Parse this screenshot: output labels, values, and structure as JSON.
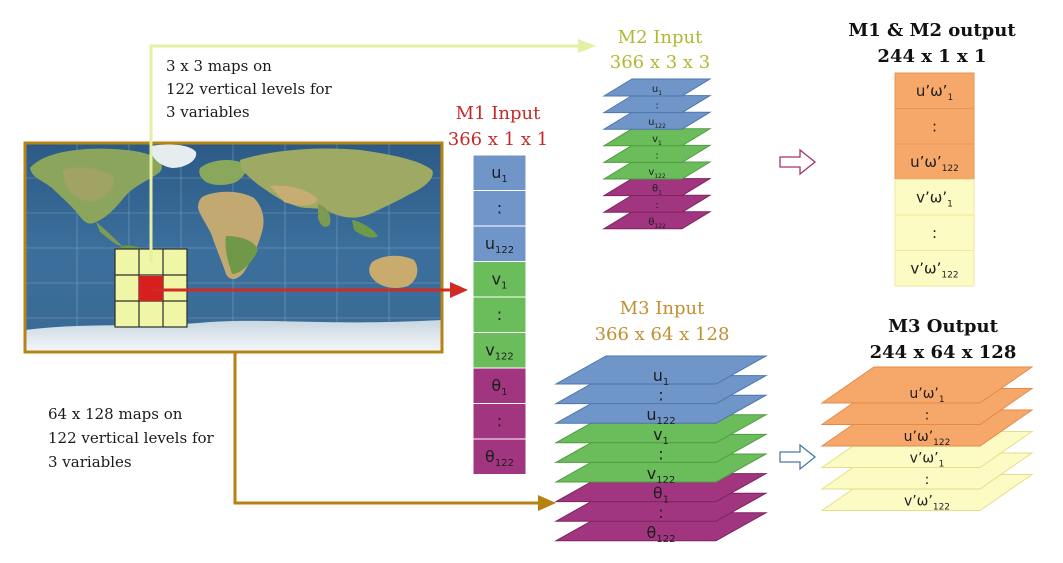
{
  "colors": {
    "blue": "#7095c8",
    "green": "#6bbd5b",
    "purple": "#a2357f",
    "orange": "#f6a86a",
    "yellow": "#fdfbc4",
    "m1_title": "#c62828",
    "m2_title": "#b3b832",
    "m3_title": "#c09030",
    "light_arrow": "#e6efa6",
    "brown_arrow": "#b5810f",
    "red_arrow": "#d02a25"
  },
  "map": {
    "label_top": [
      "3 x 3 maps on",
      "122 vertical levels for",
      "3 variables"
    ],
    "label_bottom": [
      "64 x 128 maps on",
      "122 vertical levels for",
      "3 variables"
    ]
  },
  "m1_input": {
    "title": "M1 Input",
    "dims": "366 x 1 x 1",
    "cells": [
      {
        "base": "u",
        "sub": "1",
        "kind": "blue"
      },
      {
        "base": ":",
        "sub": "",
        "kind": "blue"
      },
      {
        "base": "u",
        "sub": "122",
        "kind": "blue"
      },
      {
        "base": "v",
        "sub": "1",
        "kind": "green"
      },
      {
        "base": ":",
        "sub": "",
        "kind": "green"
      },
      {
        "base": "v",
        "sub": "122",
        "kind": "green"
      },
      {
        "base": "θ",
        "sub": "1",
        "kind": "purple"
      },
      {
        "base": ":",
        "sub": "",
        "kind": "purple"
      },
      {
        "base": "θ",
        "sub": "122",
        "kind": "purple"
      }
    ]
  },
  "m2_input": {
    "title": "M2 Input",
    "dims": "366 x 3 x 3",
    "layers": [
      {
        "base": "u",
        "sub": "1",
        "kind": "blue"
      },
      {
        "base": ":",
        "sub": "",
        "kind": "blue"
      },
      {
        "base": "u",
        "sub": "122",
        "kind": "blue"
      },
      {
        "base": "v",
        "sub": "1",
        "kind": "green"
      },
      {
        "base": ":",
        "sub": "",
        "kind": "green"
      },
      {
        "base": "v",
        "sub": "122",
        "kind": "green"
      },
      {
        "base": "θ",
        "sub": "1",
        "kind": "purple"
      },
      {
        "base": ":",
        "sub": "",
        "kind": "purple"
      },
      {
        "base": "θ",
        "sub": "122",
        "kind": "purple"
      }
    ]
  },
  "m12_output": {
    "title": "M1 & M2 output",
    "dims": "244 x 1 x 1",
    "cells": [
      {
        "base": "u’ω’",
        "sub": "1",
        "kind": "orange"
      },
      {
        "base": ":",
        "sub": "",
        "kind": "orange"
      },
      {
        "base": "u’ω’",
        "sub": "122",
        "kind": "orange"
      },
      {
        "base": "v’ω’",
        "sub": "1",
        "kind": "yellow"
      },
      {
        "base": ":",
        "sub": "",
        "kind": "yellow"
      },
      {
        "base": "v’ω’",
        "sub": "122",
        "kind": "yellow"
      }
    ]
  },
  "m3_input": {
    "title": "M3 Input",
    "dims": "366 x 64 x 128",
    "layers": [
      {
        "base": "u",
        "sub": "1",
        "kind": "blue"
      },
      {
        "base": ":",
        "sub": "",
        "kind": "blue"
      },
      {
        "base": "u",
        "sub": "122",
        "kind": "blue"
      },
      {
        "base": "v",
        "sub": "1",
        "kind": "green"
      },
      {
        "base": ":",
        "sub": "",
        "kind": "green"
      },
      {
        "base": "v",
        "sub": "122",
        "kind": "green"
      },
      {
        "base": "θ",
        "sub": "1",
        "kind": "purple"
      },
      {
        "base": ":",
        "sub": "",
        "kind": "purple"
      },
      {
        "base": "θ",
        "sub": "122",
        "kind": "purple"
      }
    ]
  },
  "m3_output": {
    "title": "M3 Output",
    "dims": "244 x 64 x 128",
    "layers": [
      {
        "base": "u’ω’",
        "sub": "1",
        "kind": "orange"
      },
      {
        "base": ":",
        "sub": "",
        "kind": "orange"
      },
      {
        "base": "u’ω’",
        "sub": "122",
        "kind": "orange"
      },
      {
        "base": "v’ω’",
        "sub": "1",
        "kind": "yellow"
      },
      {
        "base": ":",
        "sub": "",
        "kind": "yellow"
      },
      {
        "base": "v’ω’",
        "sub": "122",
        "kind": "yellow"
      }
    ]
  }
}
